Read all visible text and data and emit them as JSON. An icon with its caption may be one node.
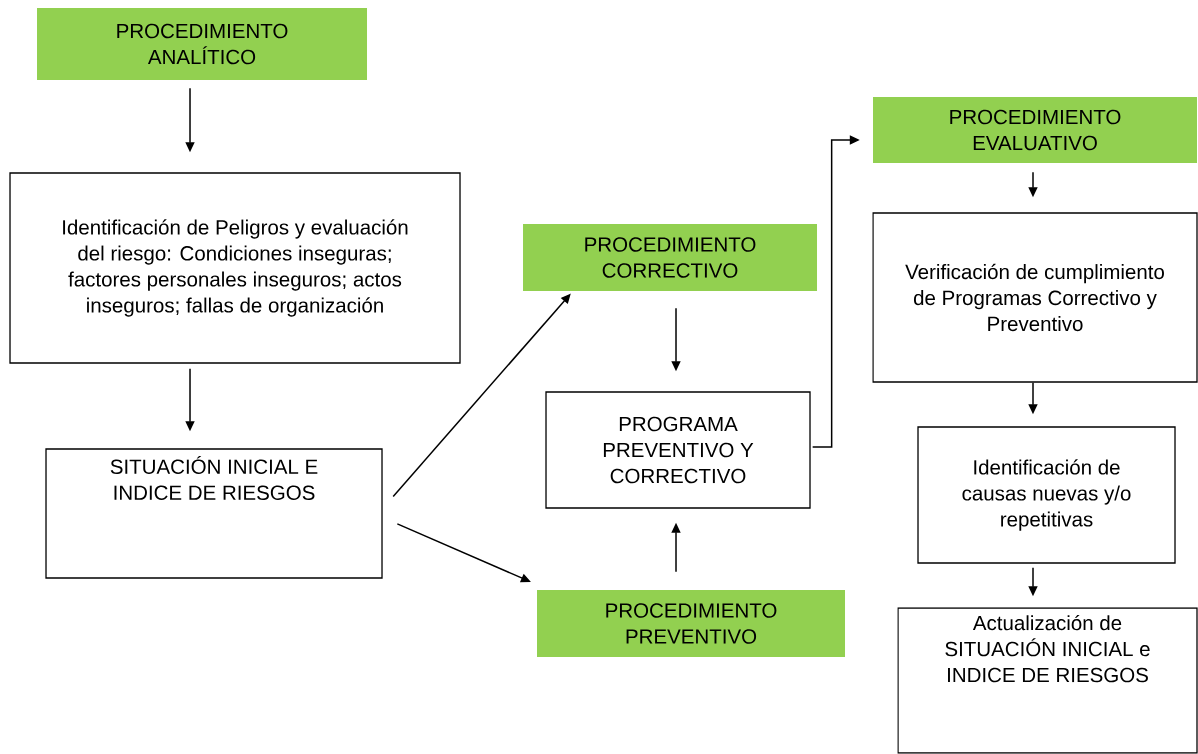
{
  "diagram": {
    "nodes": [
      {
        "text": [
          "PROCEDIMIENTO ANALÍTICO"
        ]
      },
      {
        "text": [
          "Identificación de Peligros y evaluación del riesgo: Condiciones inseguras; factores personales inseguros; actos inseguros; fallas de organización"
        ]
      },
      {
        "text": [
          "SITUACIÓN INICIAL E INDICE DE RIESGOS"
        ]
      },
      {
        "text": [
          "PROCEDIMIENTO CORRECTIVO"
        ]
      },
      {
        "text": [
          "PROGRAMA PREVENTIVO Y CORRECTIVO"
        ]
      },
      {
        "text": [
          "PROCEDIMIENTO PREVENTIVO"
        ]
      },
      {
        "text": [
          "PROCEDIMIENTO EVALUATIVO"
        ]
      },
      {
        "text": [
          "Verificación de cumplimiento de Programas Correctivo y Preventivo"
        ]
      },
      {
        "text": [
          "Identificación de causas nuevas y/o repetitivas"
        ]
      },
      {
        "text": [
          "Actualización de SITUACIÓN INICIAL e INDICE DE RIESGOS"
        ]
      }
    ],
    "edges": [
      {
        "from": 0,
        "to": 1,
        "arrow": "to"
      },
      {
        "from": 1,
        "to": 2,
        "arrow": "to"
      },
      {
        "from": 2,
        "to": 3,
        "arrow": "to"
      },
      {
        "from": 2,
        "to": 5,
        "arrow": "to"
      },
      {
        "from": 3,
        "to": 4,
        "arrow": "to"
      },
      {
        "from": 5,
        "to": 4,
        "arrow": "to"
      },
      {
        "from": 4,
        "to": 6,
        "arrow": "to"
      },
      {
        "from": 6,
        "to": 7,
        "arrow": "to"
      },
      {
        "from": 7,
        "to": 8,
        "arrow": "to"
      },
      {
        "from": 8,
        "to": 9,
        "arrow": "to"
      }
    ]
  }
}
